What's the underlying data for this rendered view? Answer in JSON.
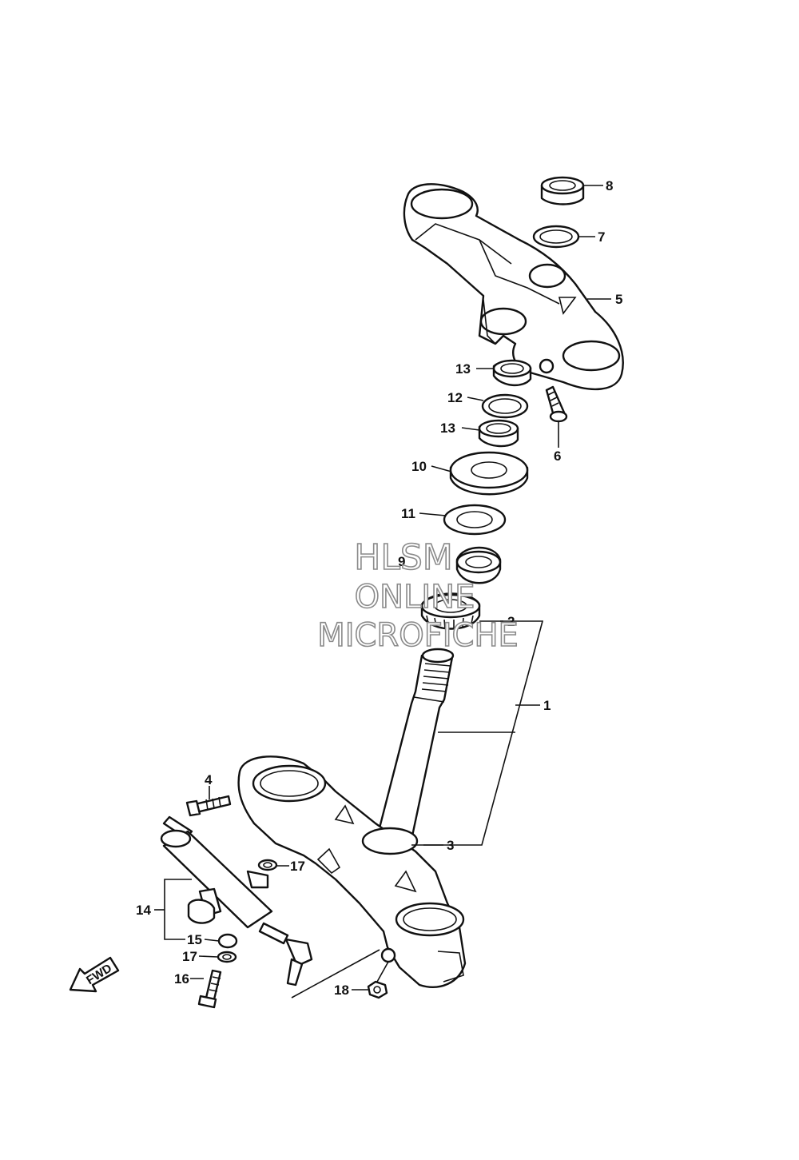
{
  "watermark": {
    "line1": "HLSM",
    "line2": "ONLINE",
    "line3": "MICROFICHE"
  },
  "fwd_label": "FWD",
  "callouts": {
    "c1": "1",
    "c2": "2",
    "c3": "3",
    "c4": "4",
    "c5": "5",
    "c6": "6",
    "c7": "7",
    "c8": "8",
    "c9": "9",
    "c10": "10",
    "c11": "11",
    "c12": "12",
    "c13a": "13",
    "c13b": "13",
    "c14": "14",
    "c15": "15",
    "c16": "16",
    "c17a": "17",
    "c17b": "17",
    "c18": "18"
  }
}
